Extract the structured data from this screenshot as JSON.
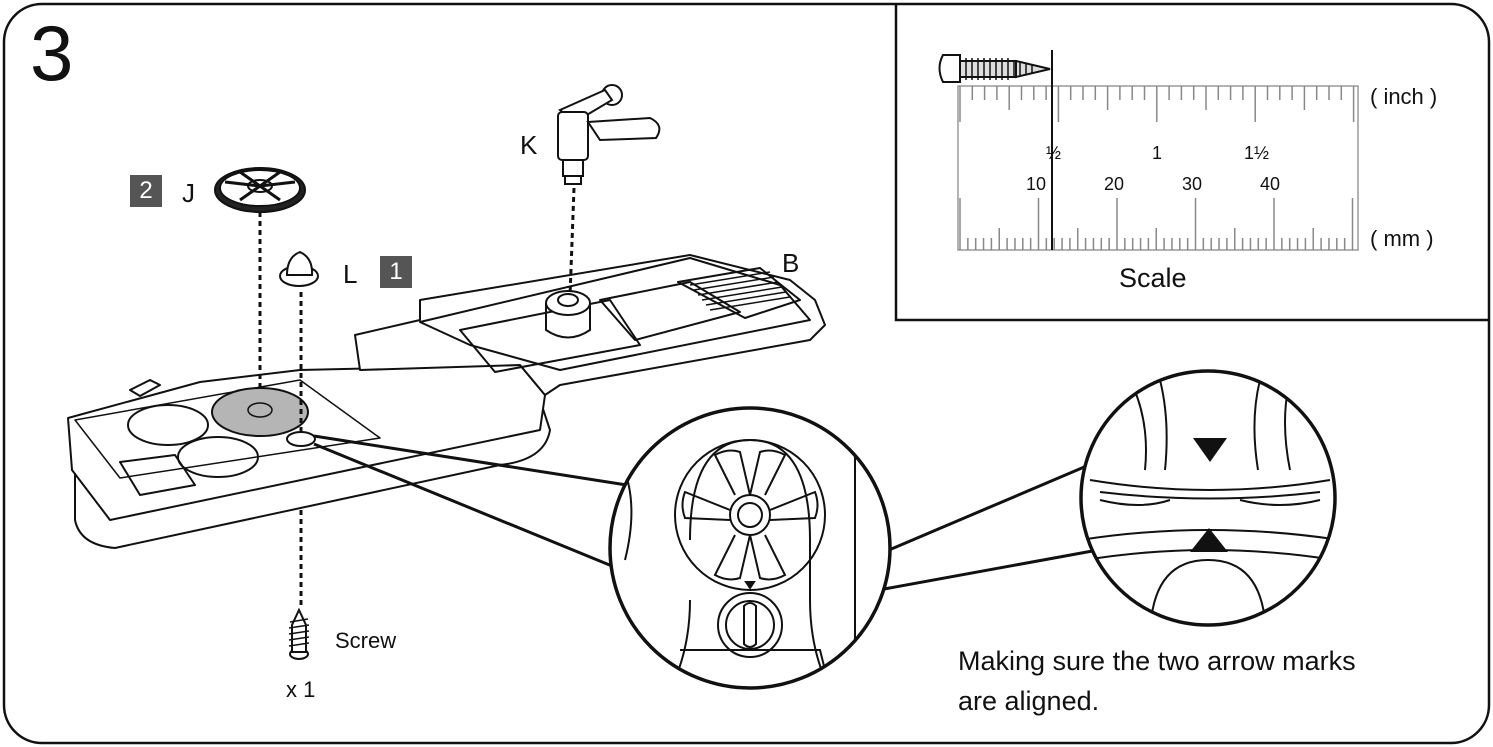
{
  "step_number": "3",
  "parts": {
    "k": "K",
    "j": "J",
    "l": "L",
    "b": "B",
    "badge_j": "2",
    "badge_l": "1"
  },
  "screw": {
    "label": "Screw",
    "quantity": "x 1"
  },
  "ruler": {
    "inch_unit": "( inch )",
    "mm_unit": "( mm )",
    "inch_labels": [
      "½",
      "1",
      "1½"
    ],
    "mm_labels": [
      "10",
      "20",
      "30",
      "40"
    ],
    "caption": "Scale"
  },
  "note": {
    "line1": "Making sure the two arrow marks",
    "line2": "are aligned."
  },
  "colors": {
    "line": "#111111",
    "badge": "#555555",
    "disc": "#b5b5b5",
    "ruler_ticks": "#888888"
  }
}
